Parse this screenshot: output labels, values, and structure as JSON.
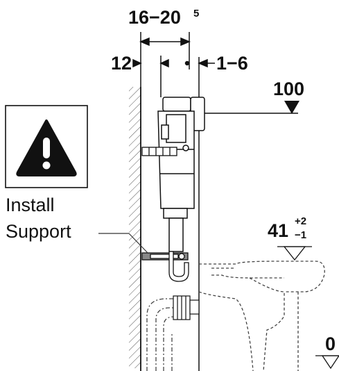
{
  "dimensions": {
    "width_range": "16−20",
    "width_range_sup": "5",
    "wall_clearance": "12",
    "adjust_range": "1−6",
    "flush_plate_height": "100",
    "bowl_height": "41",
    "bowl_height_tol_plus": "+2",
    "bowl_height_tol_minus": "−1",
    "floor_level": "0"
  },
  "callout": {
    "line1": "Install",
    "line2": "Support",
    "icon": "warning-exclamation-icon"
  },
  "colors": {
    "line": "#111111",
    "dash": "#444444",
    "background": "#ffffff"
  }
}
